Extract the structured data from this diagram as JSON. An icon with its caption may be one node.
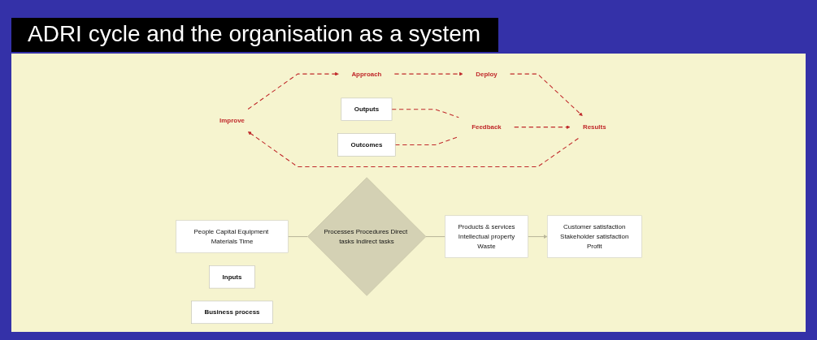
{
  "diagram": {
    "title": "ADRI cycle and the organisation as a system",
    "nodes": [
      {
        "text": [
          "Improve"
        ]
      },
      {
        "text": [
          "Approach"
        ]
      },
      {
        "text": [
          "People Capital Equipment Materials Time"
        ]
      },
      {
        "text": [
          "Processes Procedures Direct tasks Indirect tasks"
        ]
      },
      {
        "text": [
          "Products & services",
          "Intellectual property",
          "Waste"
        ]
      },
      {
        "text": [
          "Customer satisfaction",
          "Stakeholder satisfaction",
          "Profit"
        ]
      },
      {
        "text": [
          "Deploy"
        ]
      },
      {
        "text": [
          "Inputs"
        ]
      },
      {
        "text": [
          "Business process"
        ]
      },
      {
        "text": [
          "Outputs"
        ]
      },
      {
        "text": [
          "Outcomes"
        ]
      },
      {
        "text": [
          "Results"
        ]
      },
      {
        "text": [
          "Feedback"
        ]
      }
    ],
    "edges": [
      {
        "from": 0,
        "to": 1,
        "arrow": "to",
        "style": "dashed",
        "color": "#c0282a"
      },
      {
        "from": 1,
        "to": 6,
        "arrow": "to",
        "style": "dashed",
        "color": "#c0282a"
      },
      {
        "from": 6,
        "to": 11,
        "arrow": "to",
        "style": "dashed",
        "color": "#c0282a"
      },
      {
        "from": 11,
        "to": 0,
        "arrow": "to",
        "style": "dashed",
        "color": "#c0282a"
      },
      {
        "from": 2,
        "to": 3,
        "arrow": "none",
        "color": "#b9b69a"
      },
      {
        "from": 3,
        "to": 4,
        "arrow": "none",
        "color": "#b9b69a"
      },
      {
        "from": 4,
        "to": 5,
        "arrow": "to",
        "color": "#b9b69a"
      },
      {
        "from": 9,
        "to": 12,
        "arrow": "none",
        "style": "dashed",
        "color": "#c0282a"
      },
      {
        "from": 10,
        "to": 12,
        "arrow": "none",
        "style": "dashed",
        "color": "#c0282a"
      },
      {
        "from": 12,
        "to": 11,
        "arrow": "to",
        "style": "dashed",
        "color": "#c0282a"
      }
    ]
  }
}
